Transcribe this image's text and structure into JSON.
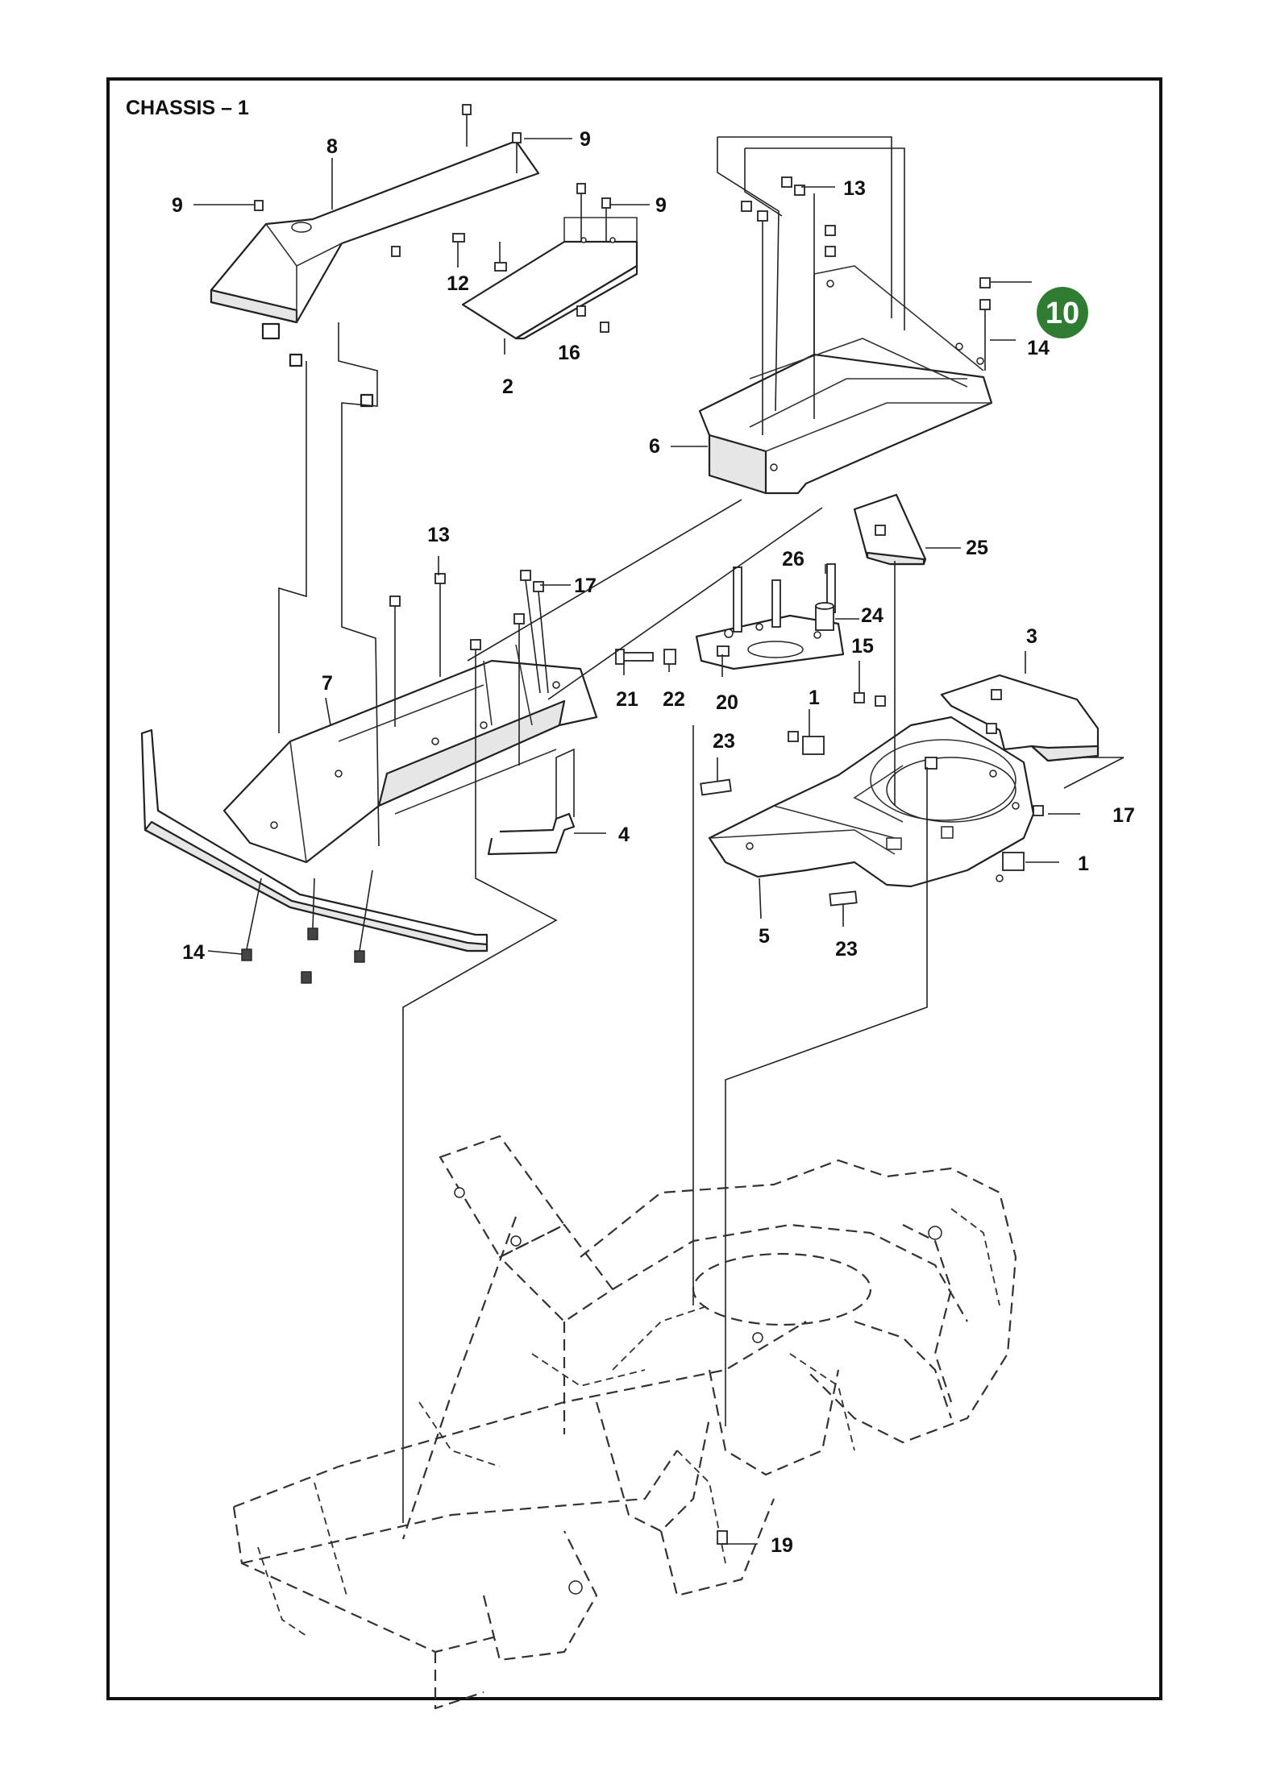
{
  "page": {
    "title": "CHASSIS – 1",
    "page_number": "10",
    "badge_color": "#2e7d32"
  },
  "callouts": {
    "c8": "8",
    "c9a": "9",
    "c9b": "9",
    "c9c": "9",
    "c12": "12",
    "c2": "2",
    "c16": "16",
    "c13a": "13",
    "c14a": "14",
    "c6": "6",
    "c25": "25",
    "c13b": "13",
    "c17a": "17",
    "c26": "26",
    "c24": "24",
    "c7": "7",
    "c15": "15",
    "c3": "3",
    "c21": "21",
    "c22": "22",
    "c20": "20",
    "c1a": "1",
    "c23a": "23",
    "c4": "4",
    "c17b": "17",
    "c1b": "1",
    "c5": "5",
    "c23b": "23",
    "c14b": "14",
    "c19": "19"
  }
}
